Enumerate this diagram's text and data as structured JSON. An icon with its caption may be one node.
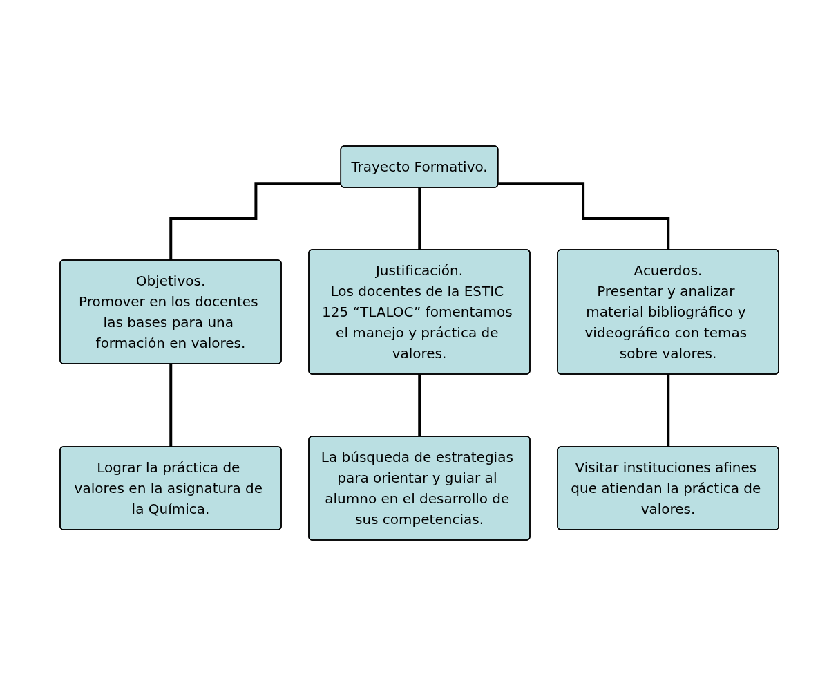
{
  "diagram": {
    "nodes": [
      {
        "text": [
          "Trayecto Formativo."
        ]
      },
      {
        "text": [
          "Objetivos.",
          "Promover en los docentes las bases para una formación en valores."
        ]
      },
      {
        "text": [
          "Justificación.",
          "Los docentes de la ESTIC 125 “TLALOC” fomentamos el manejo y práctica de valores."
        ]
      },
      {
        "text": [
          "Acuerdos.",
          "Presentar y analizar material bibliográfico y videográfico con temas sobre valores."
        ]
      },
      {
        "text": [
          "Lograr la práctica de valores en la asignatura de la Química."
        ]
      },
      {
        "text": [
          "La búsqueda de estrategias para orientar y guiar al alumno en el desarrollo de sus competencias."
        ]
      },
      {
        "text": [
          "Visitar instituciones afines que atiendan la práctica de valores."
        ]
      }
    ],
    "edges": [
      {
        "from": 0,
        "to": 1,
        "arrow": "none"
      },
      {
        "from": 0,
        "to": 2,
        "arrow": "none"
      },
      {
        "from": 0,
        "to": 3,
        "arrow": "none"
      },
      {
        "from": 1,
        "to": 4,
        "arrow": "none"
      },
      {
        "from": 2,
        "to": 5,
        "arrow": "none"
      },
      {
        "from": 3,
        "to": 6,
        "arrow": "none"
      }
    ]
  }
}
